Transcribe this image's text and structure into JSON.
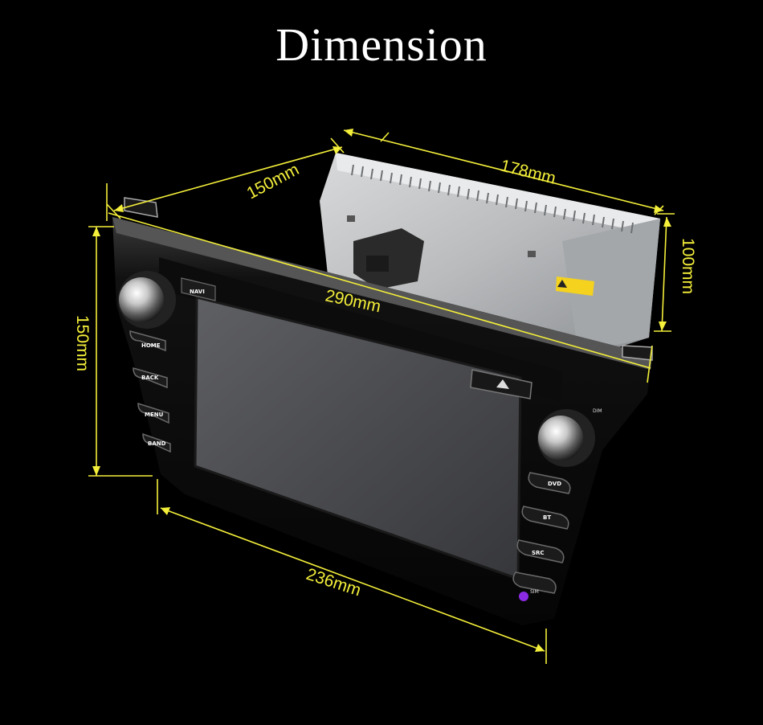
{
  "title": "Dimension",
  "dimensions": {
    "depth": "150mm",
    "chassis_width": "178mm",
    "chassis_height": "100mm",
    "front_width": "290mm",
    "front_height": "150mm",
    "bottom_width": "236mm"
  },
  "buttons": {
    "home": "HOME",
    "back": "BACK",
    "menu": "MENU",
    "band": "BAND",
    "navi": "NAVI",
    "dvd": "DVD",
    "bt": "BT",
    "src": "SRC",
    "dim": "DIM",
    "sim": "SIM"
  },
  "colors": {
    "background": "#000000",
    "dimension_lines": "#f4ef3a",
    "title": "#ffffff"
  }
}
